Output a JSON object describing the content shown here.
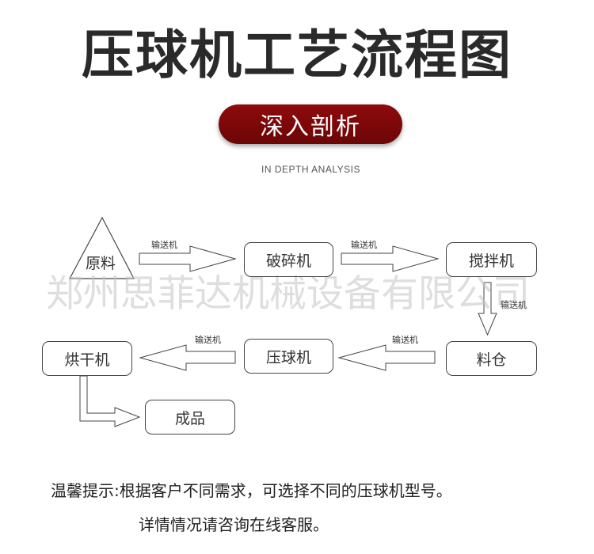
{
  "title": "压球机工艺流程图",
  "badge": "深入剖析",
  "subtitle": "IN DEPTH ANALYSIS",
  "watermark": "郑州思菲达机械设备有限公司",
  "nodes": {
    "raw": "原料",
    "crusher": "破碎机",
    "mixer": "搅拌机",
    "bin": "料仓",
    "press": "压球机",
    "dryer": "烘干机",
    "product": "成品"
  },
  "conveyor_labels": [
    "输送机",
    "输送机",
    "输送机",
    "输送机",
    "输送机"
  ],
  "notes": {
    "line1": "温馨提示:根据客户不同需求，可选择不同的压球机型号。",
    "line2": "详情情况请咨询在线客服。"
  },
  "colors": {
    "badge": "#7d0809",
    "stroke": "#444444"
  }
}
